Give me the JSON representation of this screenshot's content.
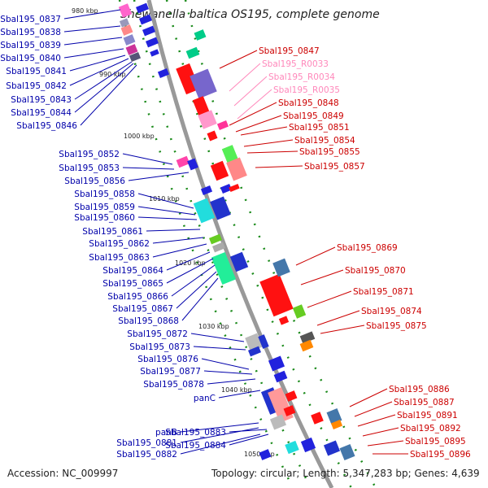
{
  "title": "Shewanella baltica OS195, complete genome",
  "footer": {
    "accession": "Accession: NC_009997",
    "summary": "Topology: circular; Length: 5,347,283 bp; Genes: 4,639"
  },
  "colors": {
    "left_labels": "#0000aa",
    "right_labels": "#cc0000",
    "rna_labels": "#ff88bb",
    "backbone": "#999999",
    "tick": "#1a8a1a"
  },
  "ticks": [
    "980 kbp",
    "990 kbp",
    "1000 kbp",
    "1010 kbp",
    "1020 kbp",
    "1030 kbp",
    "1040 kbp",
    "1050 kbp"
  ],
  "left_labels": [
    "Sbal195_0837",
    "Sbal195_0838",
    "Sbal195_0839",
    "Sbal195_0840",
    "Sbal195_0841",
    "Sbal195_0842",
    "Sbal195_0843",
    "Sbal195_0844",
    "Sbal195_0846",
    "Sbal195_0852",
    "Sbal195_0853",
    "Sbal195_0856",
    "Sbal195_0858",
    "Sbal195_0859",
    "Sbal195_0860",
    "Sbal195_0861",
    "Sbal195_0862",
    "Sbal195_0863",
    "Sbal195_0864",
    "Sbal195_0865",
    "Sbal195_0866",
    "Sbal195_0867",
    "Sbal195_0868",
    "Sbal195_0872",
    "Sbal195_0873",
    "Sbal195_0876",
    "Sbal195_0877",
    "Sbal195_0878",
    "panC",
    "panB",
    "Sbal195_0881",
    "Sbal195_0882",
    "Sbal195_0883",
    "Sbal195_0884"
  ],
  "right_labels": [
    "Sbal195_0847",
    "Sbal195_R0033",
    "Sbal195_R0034",
    "Sbal195_R0035",
    "Sbal195_0848",
    "Sbal195_0849",
    "Sbal195_0851",
    "Sbal195_0854",
    "Sbal195_0855",
    "Sbal195_0857",
    "Sbal195_0869",
    "Sbal195_0870",
    "Sbal195_0871",
    "Sbal195_0874",
    "Sbal195_0875",
    "Sbal195_0886",
    "Sbal195_0887",
    "Sbal195_0891",
    "Sbal195_0892",
    "Sbal195_0895",
    "Sbal195_0896"
  ],
  "rna_right_labels": [
    "Sbal195_R0033",
    "Sbal195_R0034",
    "Sbal195_R0035"
  ]
}
